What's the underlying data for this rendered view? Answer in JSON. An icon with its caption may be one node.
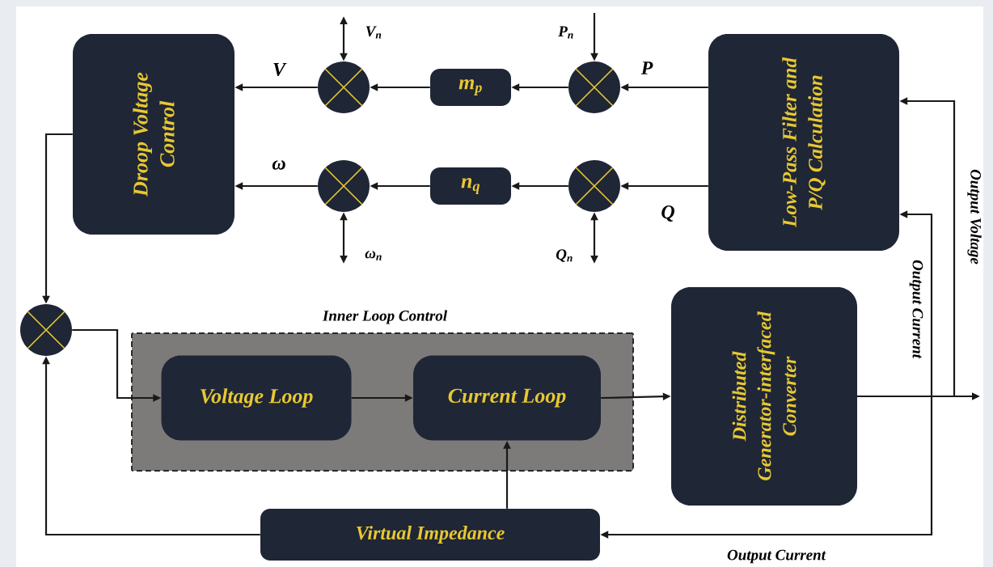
{
  "diagram": {
    "nodes": [
      {
        "text": [
          "Droop Voltage Control"
        ]
      },
      {
        "text": [],
        "shape": "circle"
      },
      {
        "text": [
          "m$_{p}$"
        ]
      },
      {
        "text": [],
        "shape": "circle"
      },
      {
        "text": [
          "Low-Pass Filter and P/Q Calculation"
        ]
      },
      {
        "text": [],
        "shape": "circle"
      },
      {
        "text": [
          "n$_{q}$"
        ]
      },
      {
        "text": [],
        "shape": "circle"
      },
      {
        "text": [],
        "shape": "circle"
      },
      {
        "text": [
          "Inner Loop Control"
        ]
      },
      {
        "text": [
          "Voltage Loop"
        ],
        "in": 9
      },
      {
        "text": [
          "Current Loop"
        ],
        "in": 9
      },
      {
        "text": [
          "Distributed Generator-interfaced Converter"
        ]
      },
      {
        "text": [
          "Virtual Impedance"
        ]
      }
    ],
    "edges": [
      {
        "from": 4,
        "to": 3,
        "arrow": "to",
        "label": "P"
      },
      {
        "from": 3,
        "to": 2,
        "arrow": "to"
      },
      {
        "from": 2,
        "to": 1,
        "arrow": "to"
      },
      {
        "from": 1,
        "to": 0,
        "arrow": "to",
        "label": "V"
      },
      {
        "from": 4,
        "to": 7,
        "arrow": "to",
        "label": "Q"
      },
      {
        "from": 7,
        "to": 6,
        "arrow": "to"
      },
      {
        "from": 6,
        "to": 5,
        "arrow": "to"
      },
      {
        "from": 5,
        "to": 0,
        "arrow": "to",
        "label": "ω"
      },
      {
        "from": null,
        "to": 1,
        "arrow": "both",
        "label": "V$_{n}$"
      },
      {
        "from": null,
        "to": 3,
        "arrow": "to",
        "label": "P$_{n}$"
      },
      {
        "from": null,
        "to": 5,
        "arrow": "both",
        "label": "ω$_{n}$"
      },
      {
        "from": null,
        "to": 7,
        "arrow": "both",
        "label": "Q$_{n}$"
      },
      {
        "from": 0,
        "to": 8,
        "arrow": "to"
      },
      {
        "from": 8,
        "to": 10,
        "arrow": "to"
      },
      {
        "from": 10,
        "to": 11,
        "arrow": "to"
      },
      {
        "from": 11,
        "to": 12,
        "arrow": "to"
      },
      {
        "from": 12,
        "to": null,
        "arrow": "to"
      },
      {
        "from": 12,
        "to": 4,
        "arrow": "to",
        "label": "Output Voltage"
      },
      {
        "from": 12,
        "to": 4,
        "arrow": "to",
        "label": "Output Current"
      },
      {
        "from": 12,
        "to": 13,
        "arrow": "to",
        "label": "Output Current"
      },
      {
        "from": 13,
        "to": 11,
        "arrow": "to"
      },
      {
        "from": 13,
        "to": 8,
        "arrow": "to"
      }
    ]
  }
}
